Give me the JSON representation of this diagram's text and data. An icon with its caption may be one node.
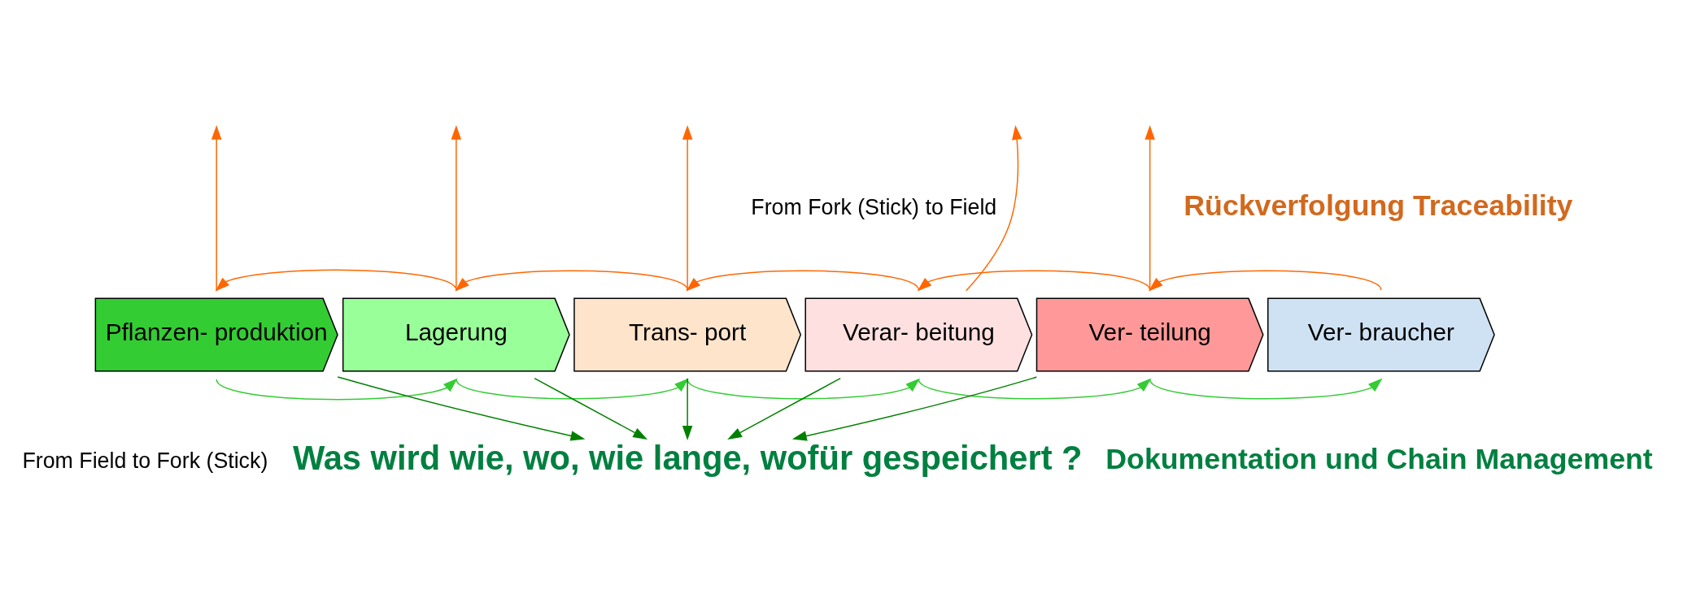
{
  "diagram": {
    "nodes": [
      {
        "text": [
          "Pflanzen- produktion"
        ]
      },
      {
        "text": [
          "Lagerung"
        ]
      },
      {
        "text": [
          "Trans- port"
        ]
      },
      {
        "text": [
          "Verar- beitung"
        ]
      },
      {
        "text": [
          "Ver- teilung"
        ]
      },
      {
        "text": [
          "Ver- braucher"
        ]
      },
      {
        "text": [
          "Was wird wie, wo, wie lange, wofür gespeichert ?"
        ]
      }
    ],
    "edges": [
      {
        "from": 1,
        "to": 0,
        "arrow": "to",
        "color": "#ff6600"
      },
      {
        "from": 2,
        "to": 1,
        "arrow": "to",
        "color": "#ff6600"
      },
      {
        "from": 3,
        "to": 2,
        "arrow": "to",
        "color": "#ff6600"
      },
      {
        "from": 4,
        "to": 3,
        "arrow": "to",
        "color": "#ff6600"
      },
      {
        "from": 5,
        "to": 4,
        "arrow": "to",
        "color": "#ff6600"
      },
      {
        "from": 0,
        "to": 1,
        "arrow": "to",
        "color": "#33cc33"
      },
      {
        "from": 1,
        "to": 2,
        "arrow": "to",
        "color": "#33cc33"
      },
      {
        "from": 2,
        "to": 3,
        "arrow": "to",
        "color": "#33cc33"
      },
      {
        "from": 3,
        "to": 4,
        "arrow": "to",
        "color": "#33cc33"
      },
      {
        "from": 4,
        "to": 5,
        "arrow": "to",
        "color": "#33cc33"
      },
      {
        "from": 0,
        "to": null,
        "arrow": "to",
        "color": "#ff6600"
      },
      {
        "from": 1,
        "to": null,
        "arrow": "to",
        "color": "#ff6600"
      },
      {
        "from": 2,
        "to": null,
        "arrow": "to",
        "color": "#ff6600"
      },
      {
        "from": 3,
        "to": null,
        "arrow": "to",
        "color": "#ff6600"
      },
      {
        "from": 4,
        "to": null,
        "arrow": "to",
        "color": "#ff6600"
      },
      {
        "from": 0,
        "to": 6,
        "arrow": "to",
        "color": "#008000"
      },
      {
        "from": 1,
        "to": 6,
        "arrow": "to",
        "color": "#008000"
      },
      {
        "from": 2,
        "to": 6,
        "arrow": "to",
        "color": "#008000"
      },
      {
        "from": 3,
        "to": 6,
        "arrow": "to",
        "color": "#008000"
      },
      {
        "from": 4,
        "to": 6,
        "arrow": "to",
        "color": "#008000"
      }
    ],
    "labels": [
      "Rückverfolgung Traceability",
      "From Fork (Stick) to Field",
      "From Field to Fork (Stick)",
      "Dokumentation und Chain Management"
    ]
  }
}
